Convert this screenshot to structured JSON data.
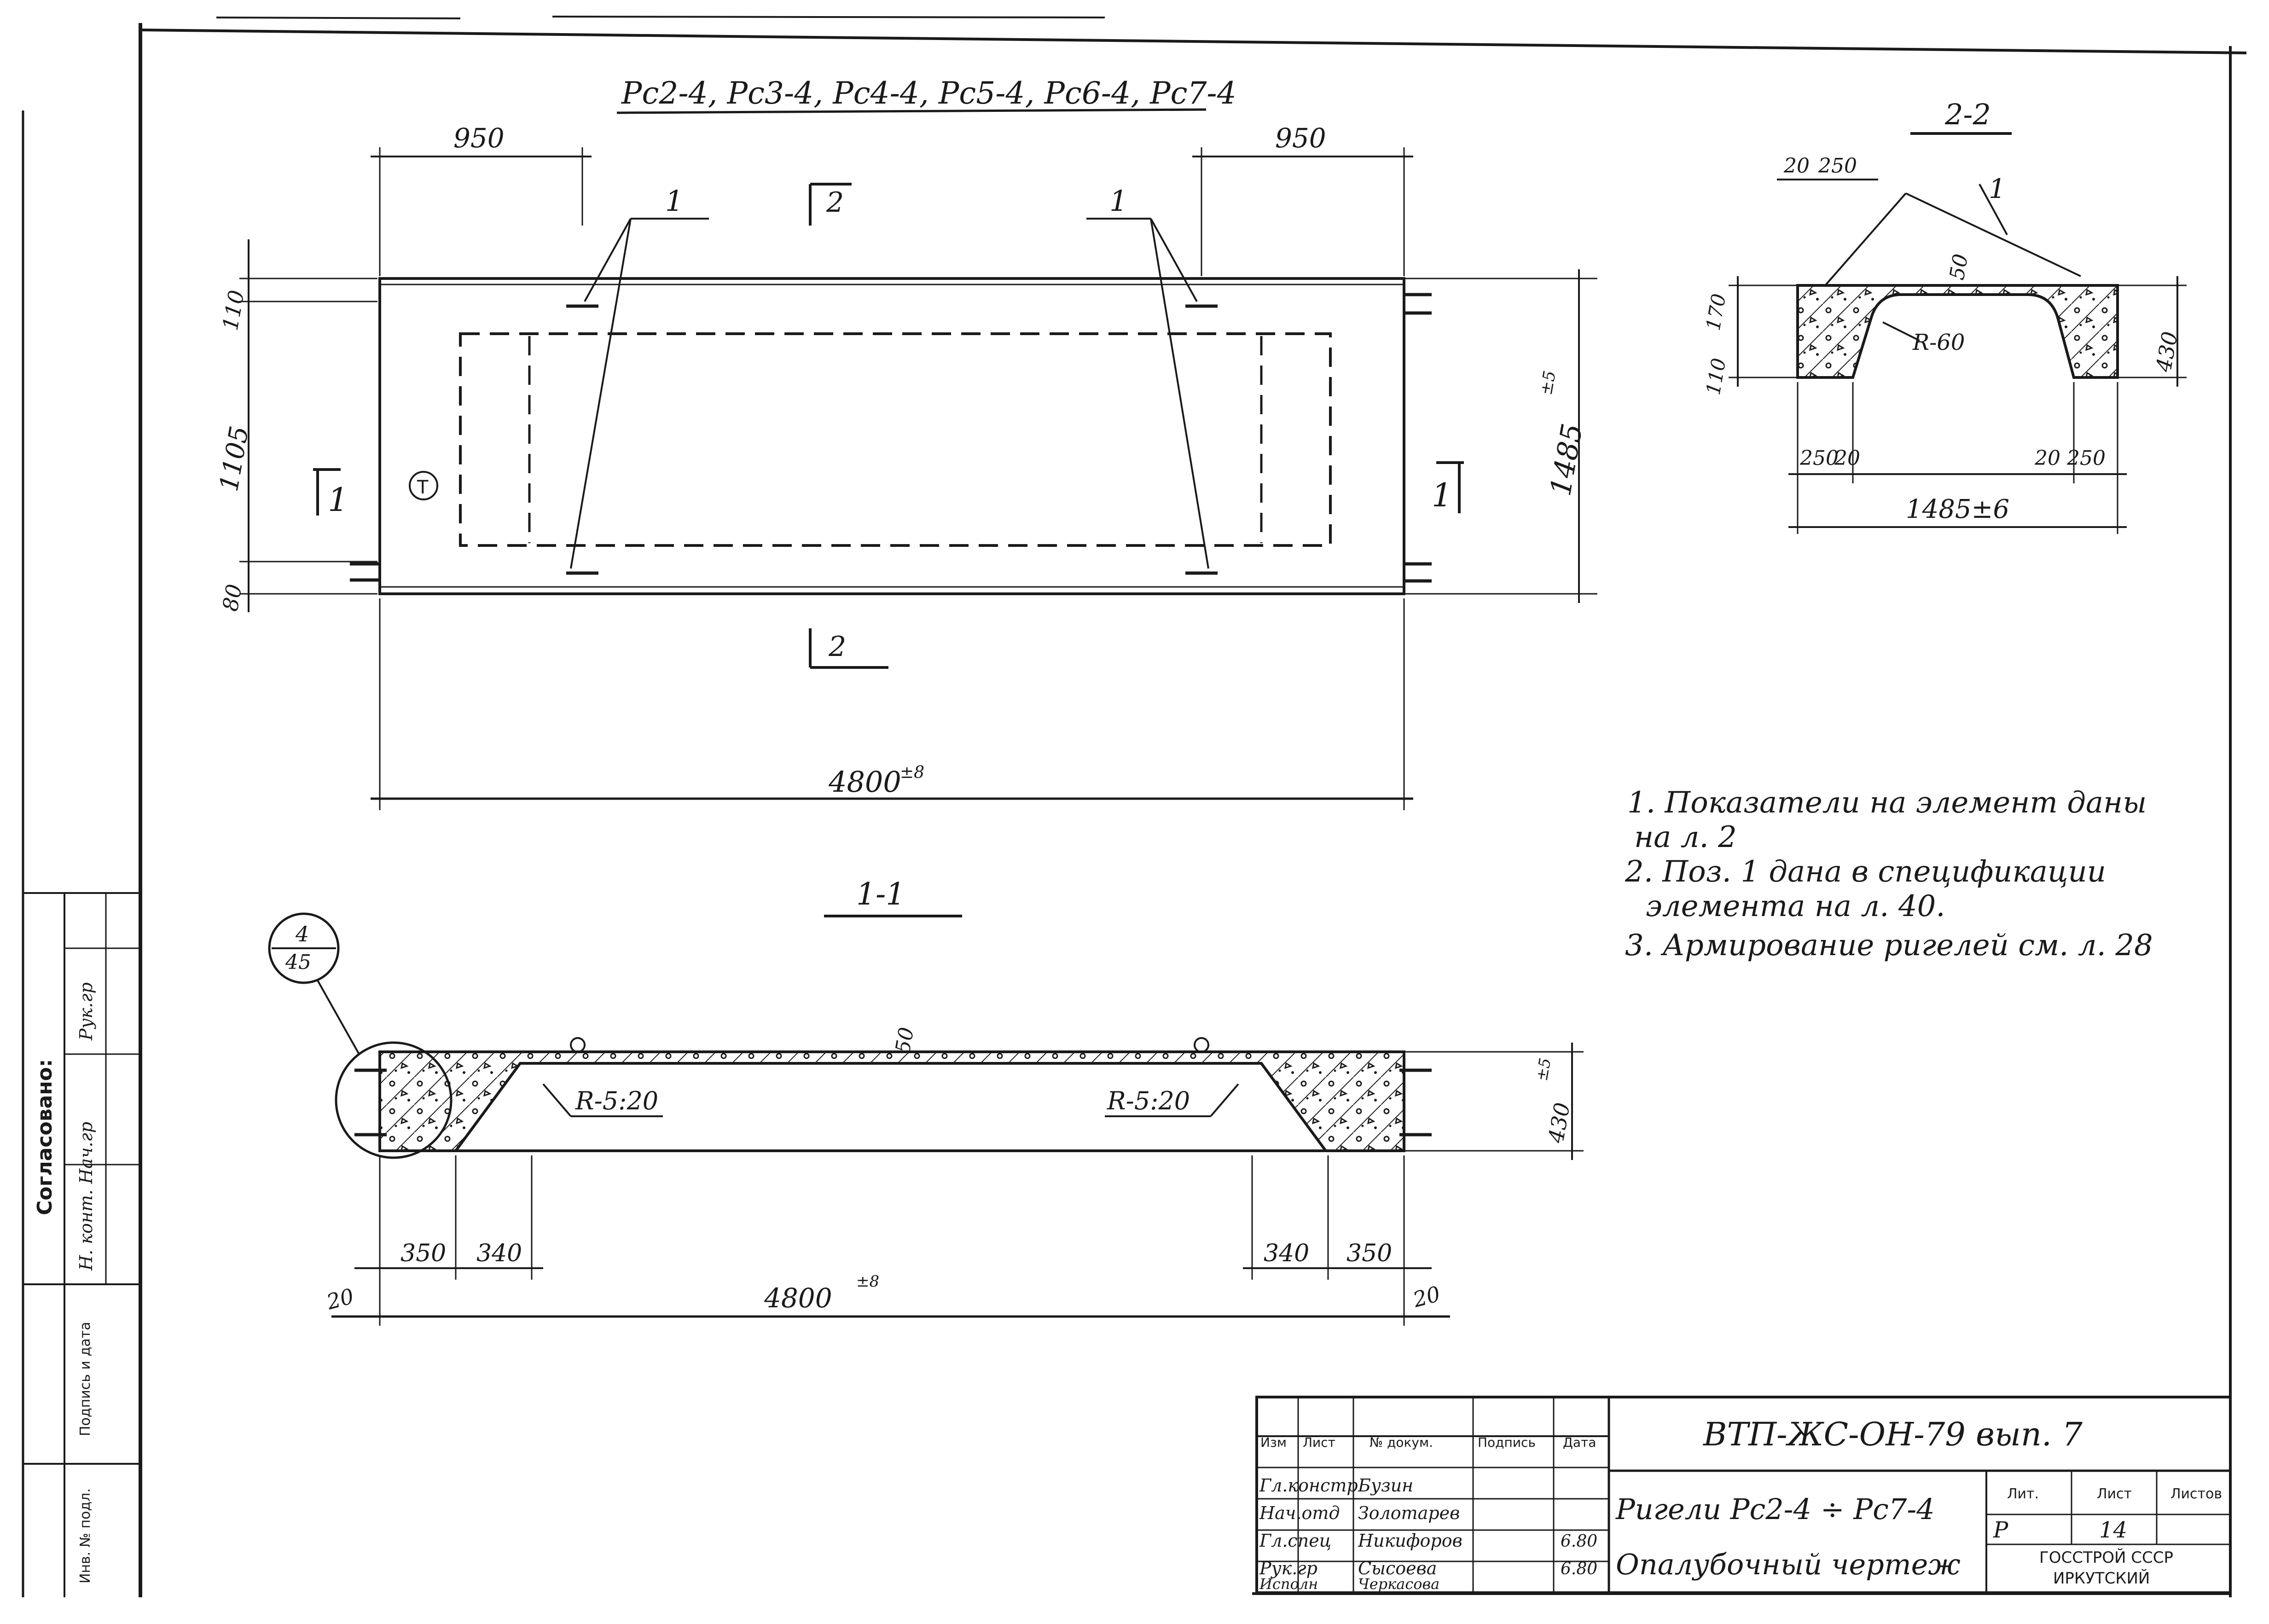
{
  "drawing": {
    "title": "Рс2-4, Рс3-4, Рс4-4, Рс5-4, Рс6-4, Рс7-4",
    "plan": {
      "dim_left": "950",
      "dim_right": "950",
      "dim_length": "4800",
      "dim_length_tol": "±8",
      "dim_width": "1485",
      "dim_width_tol": "±5",
      "dim_top": "110",
      "dim_mid": "1105",
      "dim_bottom": "80",
      "callout_left": "1",
      "callout_right": "1",
      "cut_2_top": "2",
      "cut_2_bottom": "2",
      "cut_1_left": "1",
      "cut_1_right": "1",
      "mark_t": "Т"
    },
    "section_22": {
      "label": "2-2",
      "dim_20": "20",
      "dim_250": "250",
      "dim_50": "50",
      "dim_r60": "R-60",
      "dim_430": "430",
      "dim_left_a": "110",
      "dim_left_b": "170",
      "dim_bottom_250l": "250",
      "dim_bottom_20l": "20",
      "dim_bottom_20r": "20",
      "dim_bottom_250r": "250",
      "dim_total": "1485±6",
      "callout": "1"
    },
    "section_11": {
      "label": "1-1",
      "node_top": "4",
      "node_bottom": "45",
      "dim_50": "50",
      "r_left": "R-5:20",
      "r_right": "R-5:20",
      "dim_430": "430",
      "dim_430_tol": "±5",
      "dim_350_l": "350",
      "dim_340_l": "340",
      "dim_340_r": "340",
      "dim_350_r": "350",
      "dim_20_l": "20",
      "dim_20_r": "20",
      "dim_length": "4800",
      "dim_length_tol": "±8"
    }
  },
  "notes": [
    "1. Показатели на элемент даны",
    "на л. 2",
    "2. Поз. 1 дана в спецификации",
    "элемента на л. 40.",
    "3. Армирование ригелей см. л. 28"
  ],
  "side_stamp": {
    "agreed": "Согласовано:",
    "cells": [
      "Н. конт. Нач.гр",
      "Рук.гр"
    ],
    "inv": "Инв. № подл.",
    "sign": "Подпись и дата"
  },
  "title_block": {
    "code": "ВТП-ЖС-ОН-79 вып. 7",
    "headers": [
      "Изм",
      "Лист",
      "№ докум.",
      "Подпись",
      "Дата"
    ],
    "rows": [
      [
        "Гл.констр",
        "Бузин",
        ""
      ],
      [
        "Нач.отд",
        "Золотарев",
        ""
      ],
      [
        "Гл.спец",
        "Никифоров",
        "6.80"
      ],
      [
        "Рук.гр",
        "Сысоева",
        "6.80"
      ],
      [
        "Исполн",
        "Черкасова",
        ""
      ]
    ],
    "name_line1": "Ригели Рс2-4 ÷ Рс7-4",
    "name_line2": "Опалубочный чертеж",
    "lit_header": "Лит.",
    "sheet_header": "Лист",
    "sheets_header": "Листов",
    "lit_value": "Р",
    "sheet_value": "14",
    "org_line1": "ГОССТРОЙ СССР",
    "org_line2": "ИРКУТСКИЙ"
  },
  "colors": {
    "ink": "#1a1a1a",
    "paper": "#ffffff"
  }
}
